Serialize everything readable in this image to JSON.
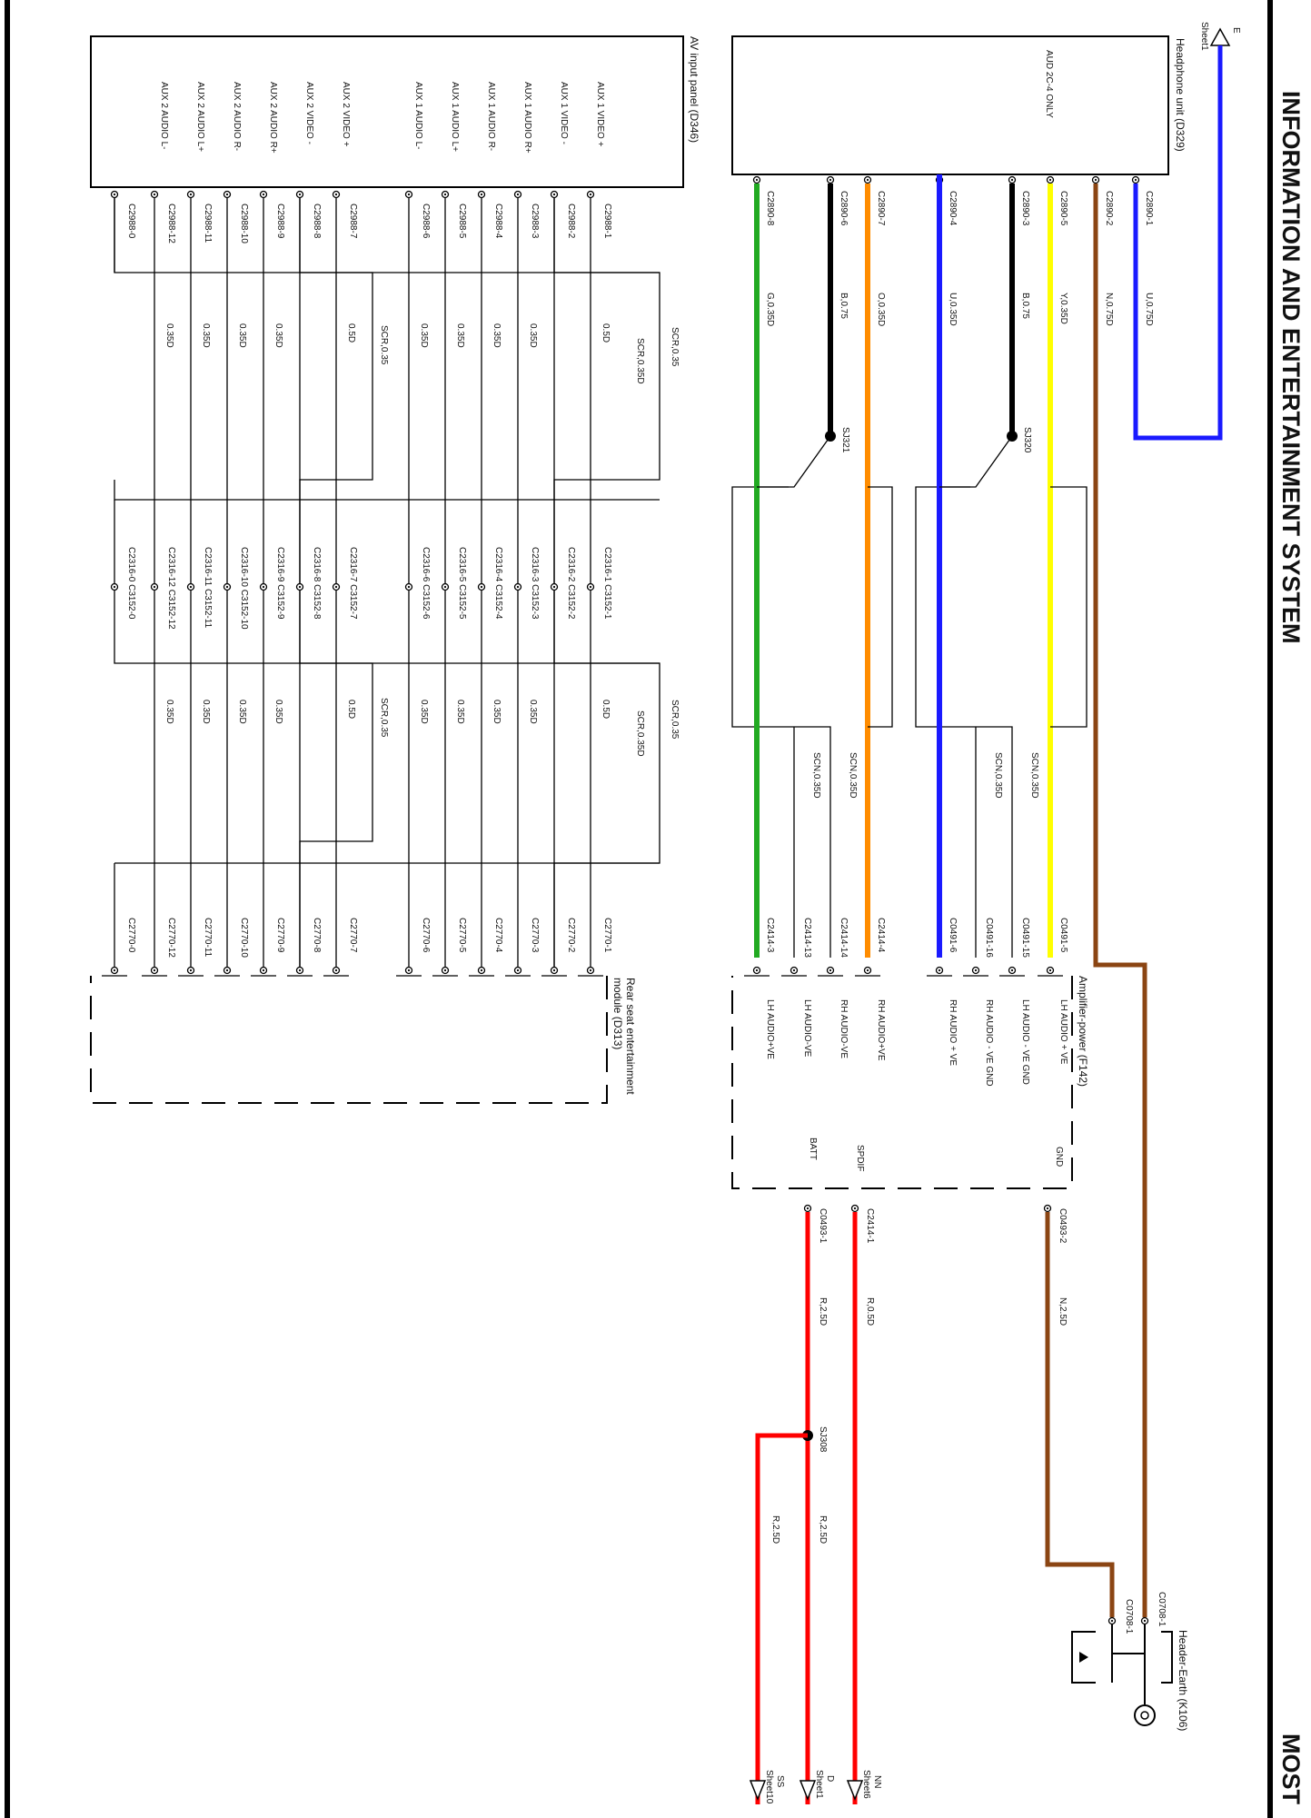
{
  "title": "INFORMATION AND ENTERTAINMENT SYSTEM",
  "section": "MOST",
  "top_ref": {
    "letter": "E",
    "sheet": "Sheet1"
  },
  "headphone_unit": {
    "label": "Headphone unit (D329)",
    "note": "AUD 2C-4 ONLY",
    "wires": [
      {
        "pin": "C2890-1",
        "wire": "U,0.75D",
        "color": "#1a1aff"
      },
      {
        "pin": "C2890-2",
        "wire": "N,0.75D",
        "color": "#8b4513"
      },
      {
        "pin": "C2890-5",
        "wire": "Y,0.35D",
        "color": "#ffff00"
      },
      {
        "pin": "C2890-3",
        "wire": "B,0.75",
        "color": "#000000"
      },
      {
        "pin": "C2890-4",
        "wire": "U,0.35D",
        "color": "#1a1aff"
      },
      {
        "pin": "C2890-7",
        "wire": "O,0.35D",
        "color": "#ff8c00"
      },
      {
        "pin": "C2890-6",
        "wire": "B,0.75",
        "color": "#000000"
      },
      {
        "pin": "C2890-8",
        "wire": "G,0.35D",
        "color": "#22aa22"
      }
    ],
    "splices": [
      "SJ320",
      "SJ321"
    ],
    "screens": [
      "SCN,0.35D",
      "SCN,0.35D",
      "SCN,0.35D",
      "SCN,0.35D"
    ]
  },
  "amplifier": {
    "label": "Amplifier-power (F142)",
    "pins": [
      {
        "conn": "C0491-5",
        "pin": "LH AUDIO + VE"
      },
      {
        "conn": "C0491-15",
        "pin": "LH AUDIO - VE GND"
      },
      {
        "conn": "C0491-16",
        "pin": "RH AUDIO - VE GND"
      },
      {
        "conn": "C0491-6",
        "pin": "RH AUDIO + VE"
      },
      {
        "conn": "C2414-4",
        "pin": "RH AUDIO+VE"
      },
      {
        "conn": "C2414-14",
        "pin": "RH AUDIO-VE"
      },
      {
        "conn": "C2414-13",
        "pin": "LH AUDIO-VE"
      },
      {
        "conn": "C2414-3",
        "pin": "LH AUDIO+VE"
      }
    ],
    "gnd": {
      "label": "GND",
      "conn": "C0493-2",
      "wire": "N,2.5D"
    },
    "spdif": {
      "label": "SPDIF",
      "conn": "C2414-1",
      "wire": "R,0.5D"
    },
    "batt": {
      "label": "BATT",
      "conn": "C0493-1",
      "wire": "R,2.5D"
    }
  },
  "earth": {
    "label": "Header-Earth (K106)",
    "pins": [
      "C0708-1",
      "C0708-1"
    ]
  },
  "bottom_splice": "SJ308",
  "bottom_wires": [
    "R,2.5D",
    "R,2.5D"
  ],
  "outputs": [
    {
      "letter": "NN",
      "sheet": "Sheet6"
    },
    {
      "letter": "D",
      "sheet": "Sheet1"
    },
    {
      "letter": "SS",
      "sheet": "Sheet10"
    }
  ],
  "av_panel": {
    "label": "AV input panel (D346)",
    "rows": [
      {
        "pin": "AUX 1 VIDEO +",
        "c1": "C2988-1",
        "w1": "0.5D",
        "c2": "C2316-1 C3152-1",
        "w2": "0.5D",
        "c3": "C2770-1"
      },
      {
        "pin": "AUX 1 VIDEO -",
        "c1": "C2988-2",
        "w1": "",
        "c2": "C2316-2 C3152-2",
        "w2": "",
        "c3": "C2770-2"
      },
      {
        "pin": "AUX 1 AUDIO R+",
        "c1": "C2988-3",
        "w1": "0.35D",
        "c2": "C2316-3 C3152-3",
        "w2": "0.35D",
        "c3": "C2770-3"
      },
      {
        "pin": "AUX 1 AUDIO R-",
        "c1": "C2988-4",
        "w1": "0.35D",
        "c2": "C2316-4 C3152-4",
        "w2": "0.35D",
        "c3": "C2770-4"
      },
      {
        "pin": "AUX 1 AUDIO L+",
        "c1": "C2988-5",
        "w1": "0.35D",
        "c2": "C2316-5 C3152-5",
        "w2": "0.35D",
        "c3": "C2770-5"
      },
      {
        "pin": "AUX 1 AUDIO L-",
        "c1": "C2988-6",
        "w1": "0.35D",
        "c2": "C2316-6 C3152-6",
        "w2": "0.35D",
        "c3": "C2770-6"
      },
      {
        "pin": "AUX 2 VIDEO +",
        "c1": "C2988-7",
        "w1": "0.5D",
        "c2": "C2316-7 C3152-7",
        "w2": "0.5D",
        "c3": "C2770-7"
      },
      {
        "pin": "AUX 2 VIDEO -",
        "c1": "C2988-8",
        "w1": "",
        "c2": "C2316-8 C3152-8",
        "w2": "",
        "c3": "C2770-8"
      },
      {
        "pin": "AUX 2 AUDIO R+",
        "c1": "C2988-9",
        "w1": "0.35D",
        "c2": "C2316-9 C3152-9",
        "w2": "0.35D",
        "c3": "C2770-9"
      },
      {
        "pin": "AUX 2 AUDIO R-",
        "c1": "C2988-10",
        "w1": "0.35D",
        "c2": "C2316-10 C3152-10",
        "w2": "0.35D",
        "c3": "C2770-10"
      },
      {
        "pin": "AUX 2 AUDIO L+",
        "c1": "C2988-11",
        "w1": "0.35D",
        "c2": "C2316-11 C3152-11",
        "w2": "0.35D",
        "c3": "C2770-11"
      },
      {
        "pin": "AUX 2 AUDIO L-",
        "c1": "C2988-12",
        "w1": "0.35D",
        "c2": "C2316-12 C3152-12",
        "w2": "0.35D",
        "c3": "C2770-12"
      },
      {
        "pin": "",
        "c1": "C2988-0",
        "w1": "",
        "c2": "C2316-0 C3152-0",
        "w2": "",
        "c3": "C2770-0"
      }
    ],
    "screens": [
      "SCR,0.35",
      "SCR,0.35D",
      "SCR,0.35",
      "SCR,0.35",
      "SCR,0.35D",
      "SCR,0.35"
    ]
  },
  "rear_module": {
    "label1": "Rear seat entertainment",
    "label2": "module (D313)"
  }
}
